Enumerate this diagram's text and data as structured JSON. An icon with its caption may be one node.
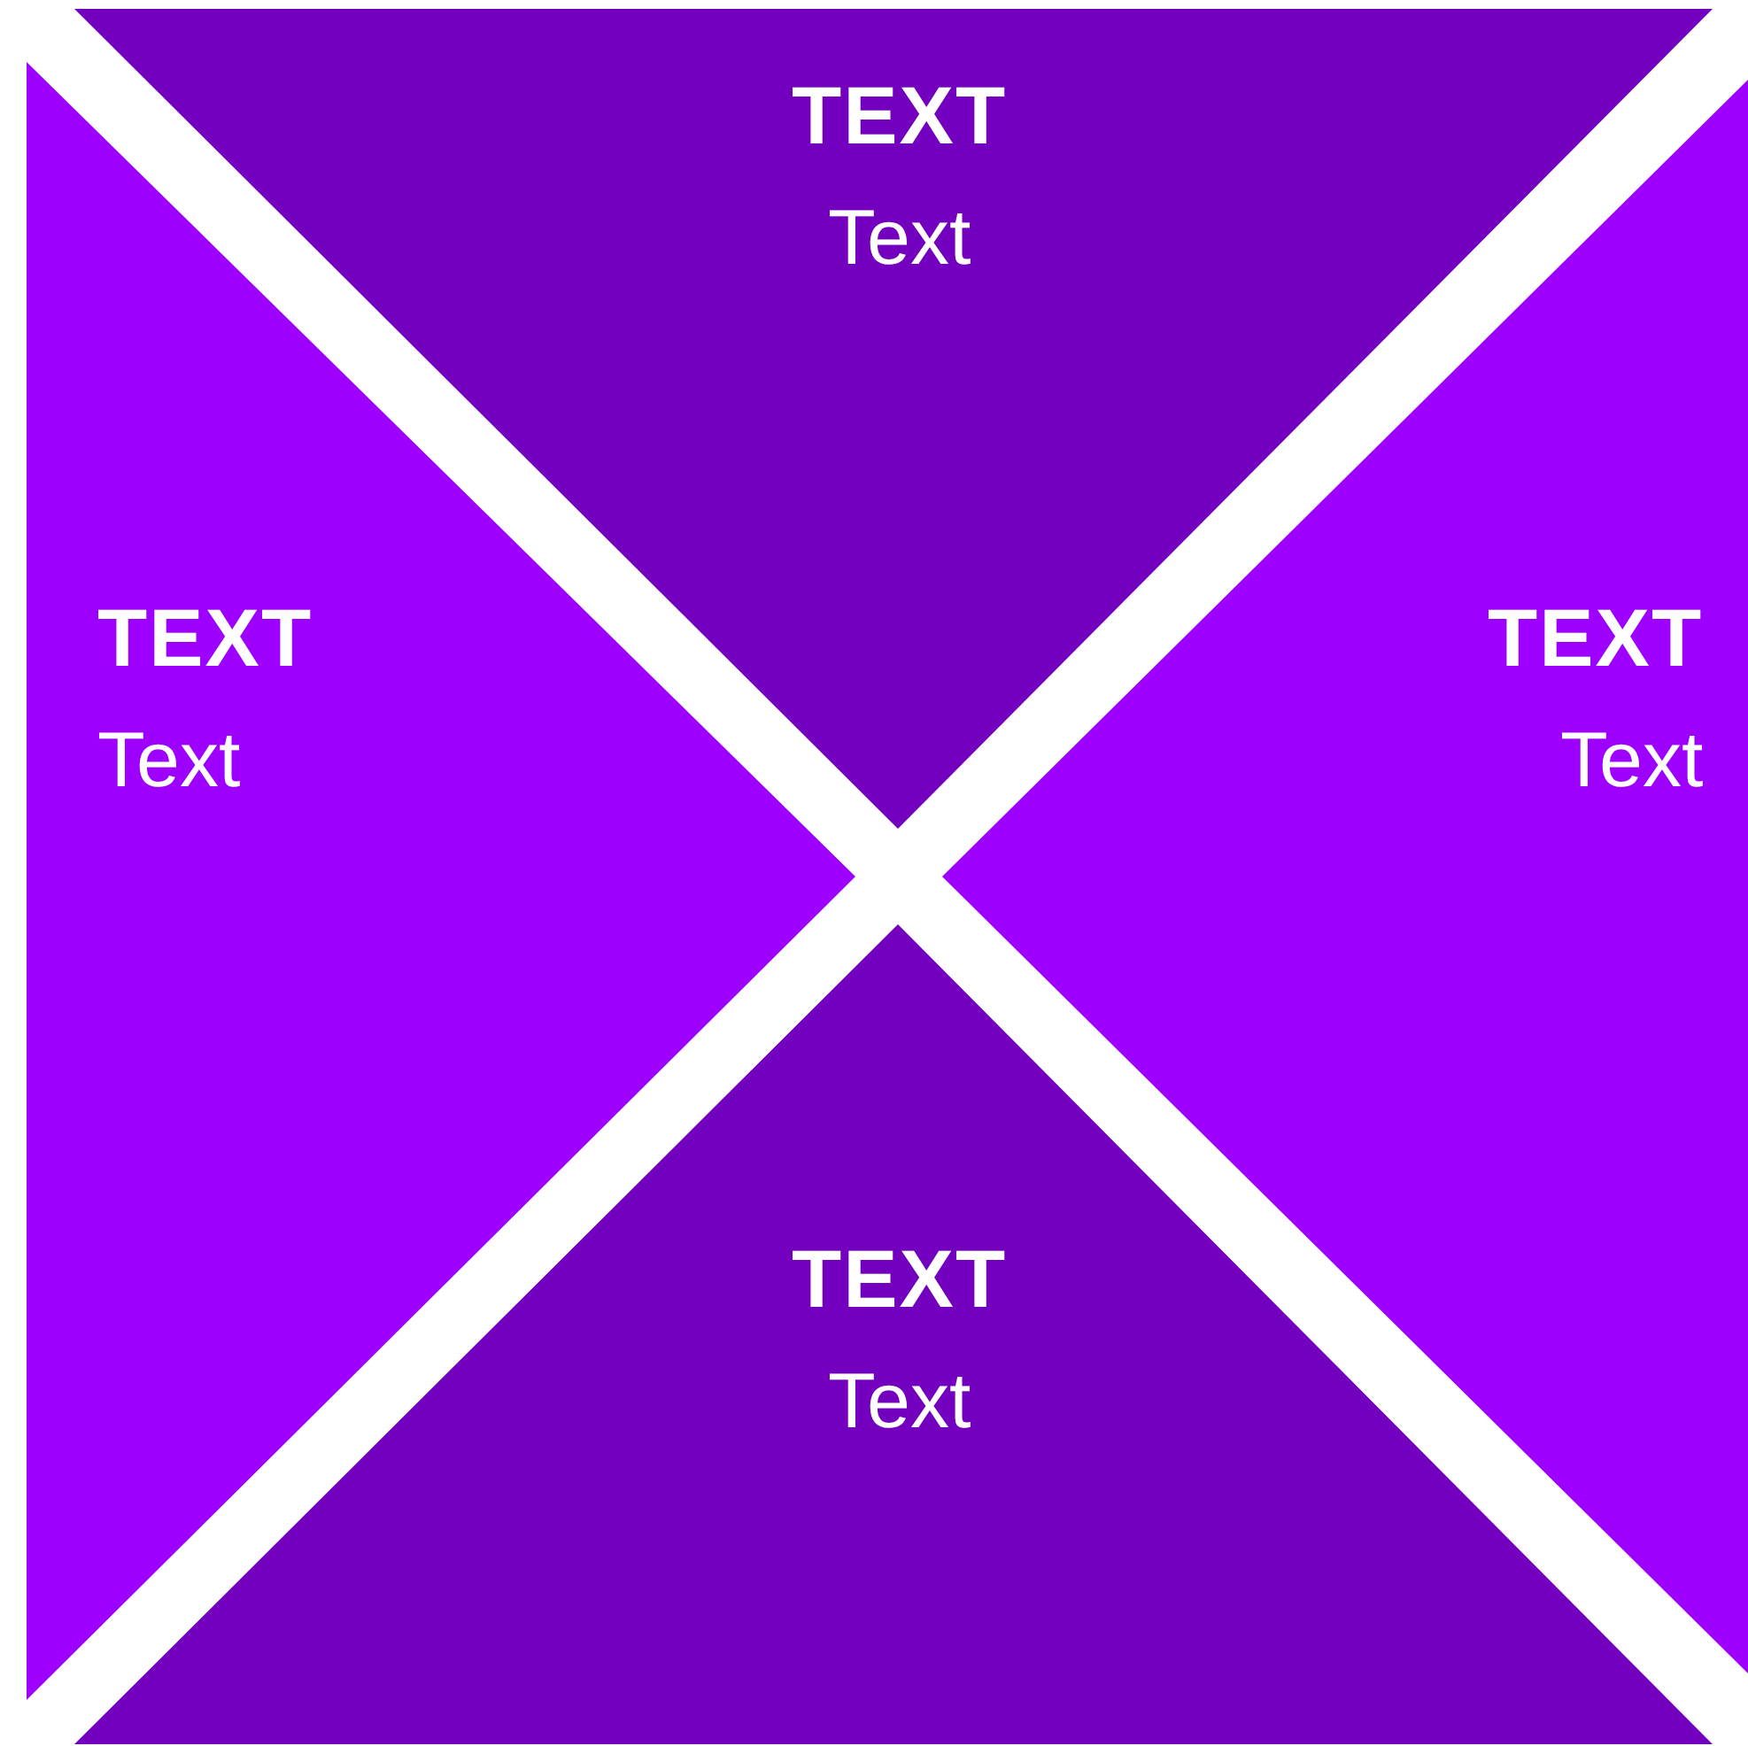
{
  "diagram": {
    "nodes": [
      {
        "text": [
          "TEXT",
          "Text"
        ]
      },
      {
        "text": [
          "TEXT",
          "Text"
        ]
      },
      {
        "text": [
          "TEXT",
          "Text"
        ]
      },
      {
        "text": [
          "TEXT",
          "Text"
        ]
      }
    ]
  }
}
